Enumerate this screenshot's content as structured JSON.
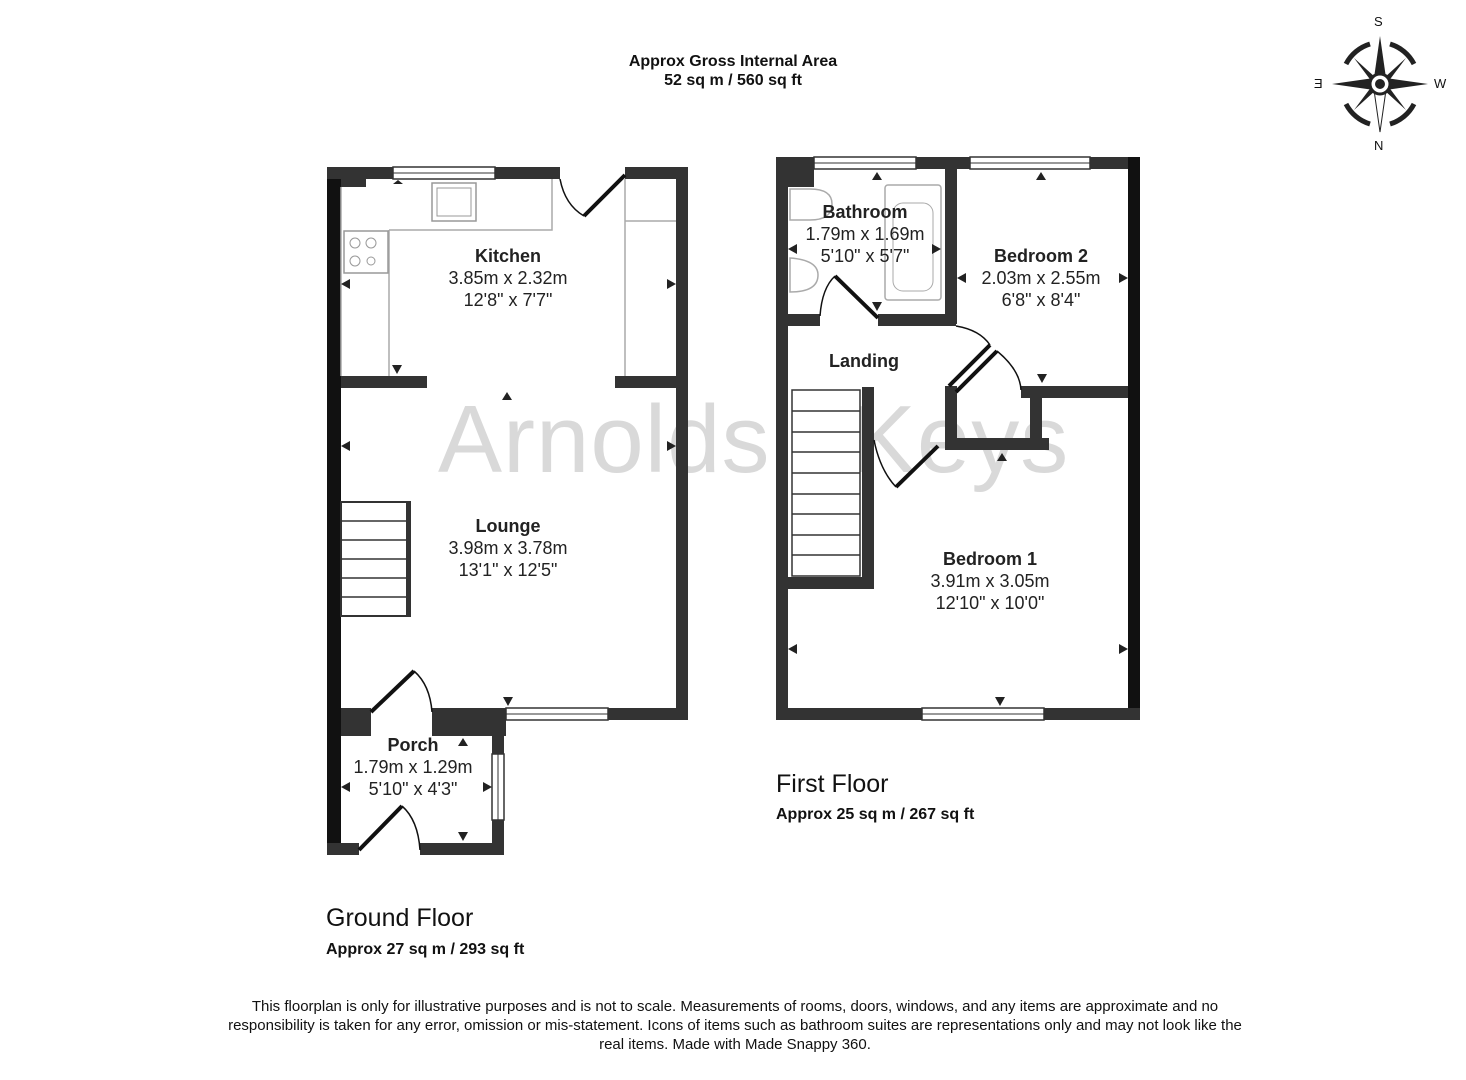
{
  "header": {
    "title": "Approx Gross Internal Area",
    "total_area": "52 sq m / 560 sq ft"
  },
  "compass": {
    "icon": "compass-rose-icon",
    "labels": {
      "top": "S",
      "bottom": "N",
      "left": "E",
      "right": "W"
    }
  },
  "watermark": "Arnolds | Keys",
  "floors": [
    {
      "title": "Ground Floor",
      "area": "Approx 27 sq m / 293 sq ft",
      "rooms": [
        {
          "name": "Kitchen",
          "metric": "3.85m x 2.32m",
          "imperial": "12'8\" x 7'7\""
        },
        {
          "name": "Lounge",
          "metric": "3.98m x 3.78m",
          "imperial": "13'1\" x 12'5\""
        },
        {
          "name": "Porch",
          "metric": "1.79m x 1.29m",
          "imperial": "5'10\" x 4'3\""
        }
      ]
    },
    {
      "title": "First Floor",
      "area": "Approx 25 sq m / 267 sq ft",
      "rooms": [
        {
          "name": "Bathroom",
          "metric": "1.79m x 1.69m",
          "imperial": "5'10\" x 5'7\""
        },
        {
          "name": "Bedroom 2",
          "metric": "2.03m x 2.55m",
          "imperial": "6'8\" x 8'4\""
        },
        {
          "name": "Landing"
        },
        {
          "name": "Bedroom 1",
          "metric": "3.91m x 3.05m",
          "imperial": "12'10\" x 10'0\""
        }
      ]
    }
  ],
  "disclaimer": "This floorplan is only for illustrative purposes and is not to scale. Measurements of rooms, doors, windows, and any items are approximate and no responsibility is taken for any error, omission or mis-statement. Icons of items such as bathroom suites are representations only and may not look like the real items. Made with Made Snappy 360.",
  "colors": {
    "wall": "#1a1a1a",
    "inner_wall": "#333333",
    "fixture": "#9a9a9a",
    "watermark": "#d9d9d9"
  }
}
